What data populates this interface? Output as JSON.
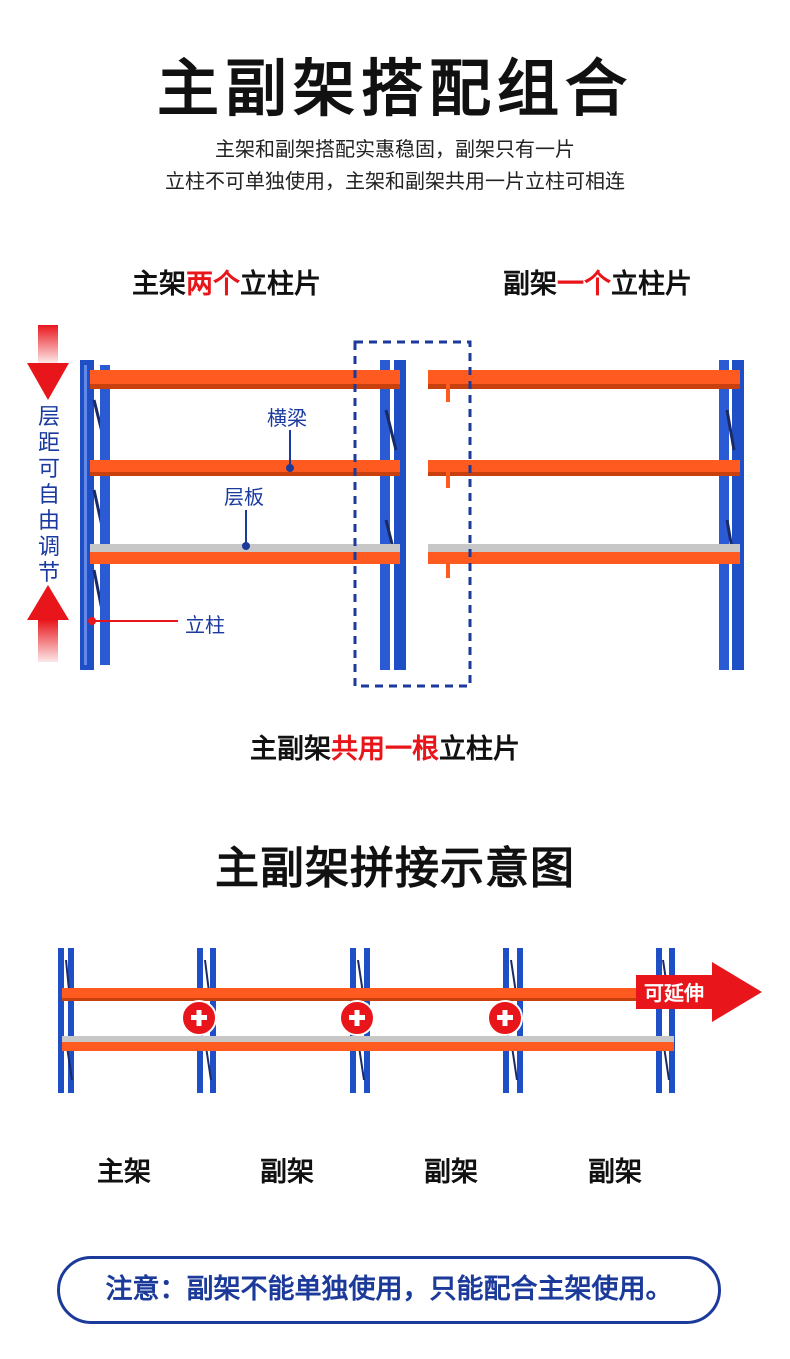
{
  "page": {
    "title": "主副架搭配组合",
    "subtitle_line1": "主架和副架搭配实惠稳固，副架只有一片",
    "subtitle_line2": "立柱不可单独使用，主架和副架共用一片立柱可相连"
  },
  "section1": {
    "main_heading": {
      "prefix": "主架",
      "highlight": "两个",
      "suffix": "立柱片"
    },
    "sub_heading": {
      "prefix": "副架",
      "highlight": "一个",
      "suffix": "立柱片"
    },
    "side_label_chars": [
      "层",
      "距",
      "可",
      "自",
      "由",
      "调",
      "节"
    ],
    "labels": {
      "beam": "横梁",
      "shelf": "层板",
      "upright": "立柱"
    },
    "caption": {
      "prefix": "主副架",
      "highlight": "共用一根",
      "suffix": "立柱片"
    }
  },
  "section2": {
    "title": "主副架拼接示意图",
    "arrow_text": "可延伸",
    "plus_symbol": "+",
    "frames": [
      "主架",
      "副架",
      "副架",
      "副架"
    ]
  },
  "note": "注意：副架不能单独使用，只能配合主架使用。",
  "colors": {
    "upright": "#1e4fc6",
    "beam": "#ff5a1f",
    "shelf": "#c7c7c7",
    "accent_red": "#e8161b",
    "text_blue": "#1b3a9a"
  }
}
